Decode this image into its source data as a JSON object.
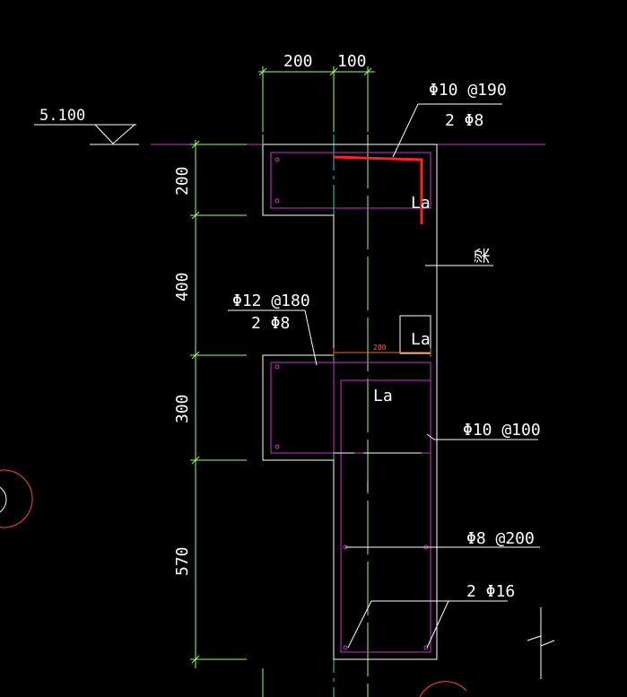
{
  "drawing": {
    "background": "#000000",
    "colors": {
      "outline": "#ffffff",
      "rebar": "#cc33cc",
      "dimension": "#99ff66",
      "centerline": "#33cccc",
      "highlight": "#ff2222",
      "annotation": "#ff6600",
      "circle": "#ff4444"
    },
    "elevation": {
      "value": "5.100"
    },
    "dimensions": {
      "top_left": "200",
      "top_right": "100",
      "side_1": "200",
      "side_2": "400",
      "side_3": "300",
      "side_4": "570"
    },
    "labels": {
      "callout_top_1": "Φ10 @190",
      "callout_top_2": "2 Φ8",
      "la_1": "La",
      "beam": "梁",
      "callout_mid_1": "Φ12 @180",
      "callout_mid_2": "2 Φ8",
      "la_2": "La",
      "small_dim": "280",
      "la_3": "La",
      "stirrup": "Φ10 @100",
      "stirrup_2": "Φ8 @200",
      "main_bars": "2 Φ16"
    }
  }
}
